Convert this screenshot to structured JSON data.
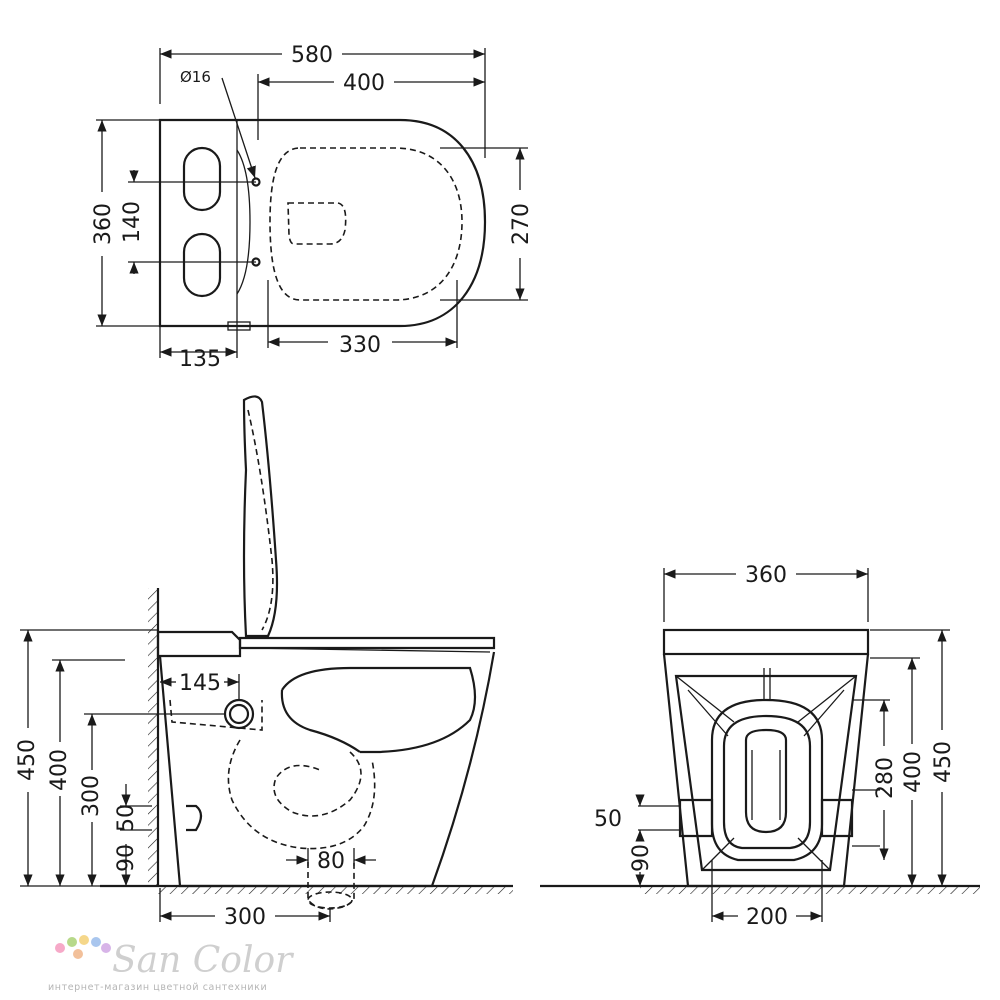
{
  "top_view": {
    "total_length": "580",
    "seat_length": "400",
    "hole_diameter": "Ø16",
    "total_width": "360",
    "hole_spacing": "140",
    "seat_width": "270",
    "back_depth": "135",
    "bowl_length": "330"
  },
  "side_view": {
    "total_height": "450",
    "bowl_height": "400",
    "inlet_height": "300",
    "floor_offset": "50",
    "base_offset": "90",
    "inlet_offset": "145",
    "outlet_diameter": "80",
    "outlet_distance": "300"
  },
  "front_view": {
    "width": "360",
    "side_offset": "50",
    "base_offset": "90",
    "height_a": "280",
    "height_b": "400",
    "height_c": "450",
    "base_width": "200"
  },
  "logo": {
    "name": "San Color",
    "tagline": "интернет-магазин цветной сантехники",
    "dot_colors": [
      "#f6a9c8",
      "#b7d98a",
      "#f5d78a",
      "#a9c6ee",
      "#d7b4e8",
      "#f2c09a"
    ]
  }
}
